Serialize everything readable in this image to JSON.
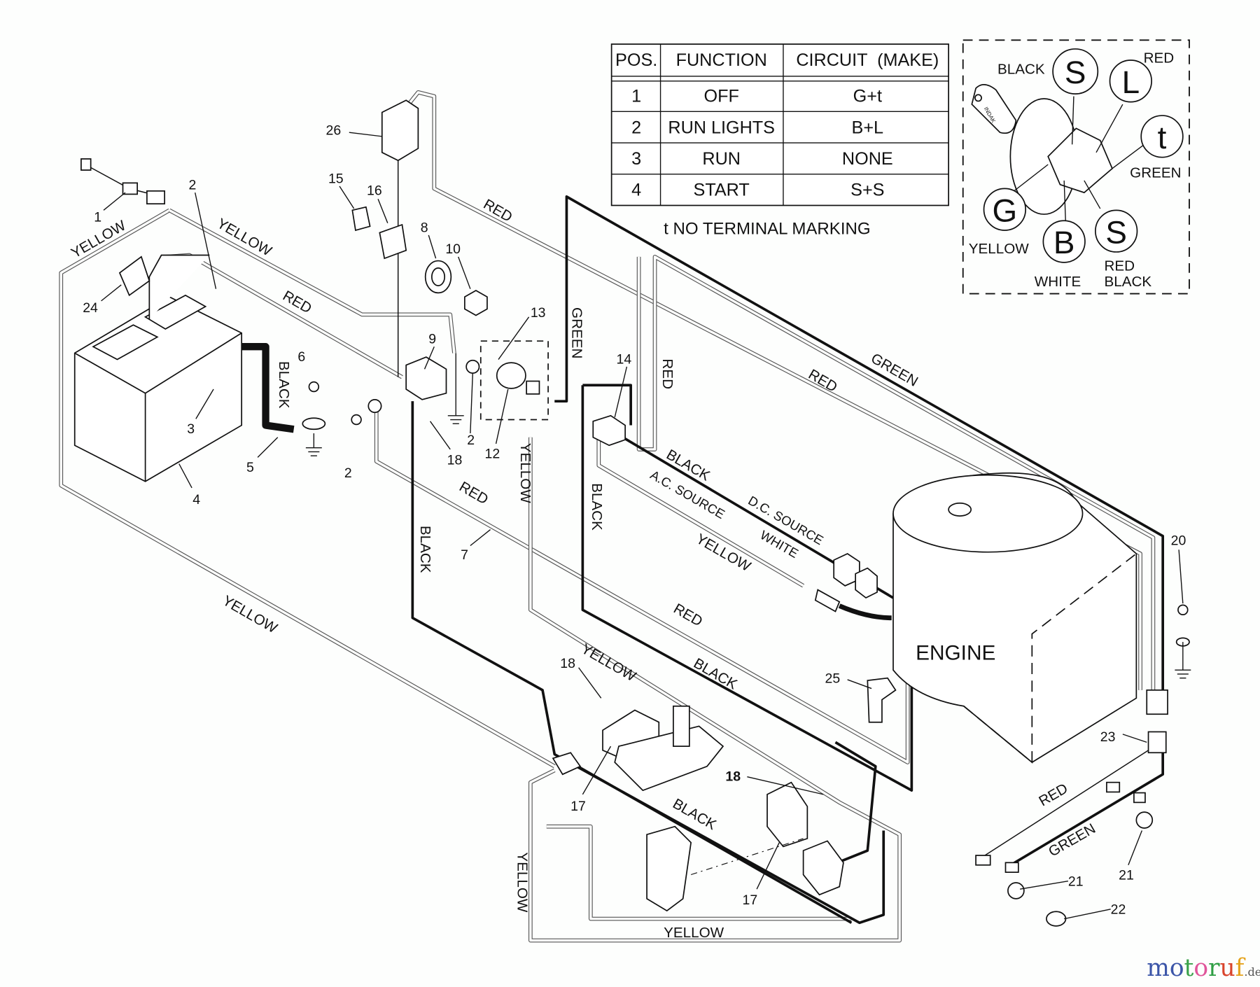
{
  "table": {
    "headers": [
      "POS.",
      "FUNCTION",
      "CIRCUIT  (MAKE)"
    ],
    "rows": [
      [
        "1",
        "OFF",
        "G+t"
      ],
      [
        "2",
        "RUN LIGHTS",
        "B+L"
      ],
      [
        "3",
        "RUN",
        "NONE"
      ],
      [
        "4",
        "START",
        "S+S"
      ]
    ],
    "footnote": "t  NO TERMINAL MARKING"
  },
  "key_switch": {
    "terminals": [
      "S",
      "L",
      "t",
      "G",
      "B",
      "S"
    ],
    "wire_colors": [
      "BLACK",
      "RED",
      "GREEN",
      "YELLOW",
      "WHITE",
      "RED",
      "BLACK"
    ],
    "key_brand": "INDAK"
  },
  "wire_labels": [
    "YELLOW",
    "YELLOW",
    "RED",
    "BLACK",
    "RED",
    "GREEN",
    "RED",
    "GREEN",
    "RED",
    "BLACK",
    "A.C. SOURCE",
    "D.C. SOURCE",
    "WHITE",
    "YELLOW",
    "YELLOW",
    "BLACK",
    "RED",
    "BLACK",
    "YELLOW",
    "RED",
    "BLACK",
    "YELLOW",
    "BLACK",
    "YELLOW",
    "YELLOW",
    "RED",
    "GREEN"
  ],
  "engine_label": "ENGINE",
  "part_numbers": [
    "1",
    "2",
    "24",
    "3",
    "4",
    "5",
    "6",
    "2",
    "26",
    "15",
    "16",
    "8",
    "10",
    "9",
    "13",
    "2",
    "12",
    "18",
    "14",
    "7",
    "18",
    "17",
    "18",
    "17",
    "25",
    "20",
    "23",
    "21",
    "21",
    "22"
  ],
  "watermark": {
    "letters": [
      "m",
      "o",
      "t",
      "o",
      "r",
      "u",
      "f"
    ],
    "suffix": ".de",
    "colors": [
      "#3b55a8",
      "#3b55a8",
      "#3aa24a",
      "#e0559a",
      "#2f9e44",
      "#d9442c",
      "#e5a31c"
    ]
  }
}
